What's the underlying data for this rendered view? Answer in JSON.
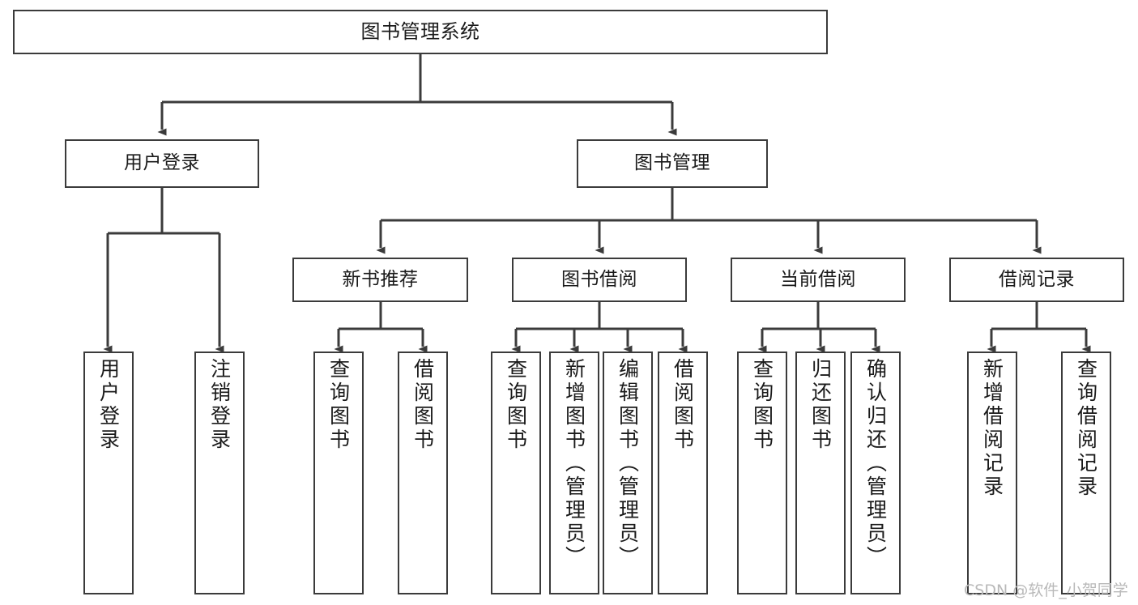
{
  "diagram": {
    "title": "图书管理系统",
    "type": "functional-structure-tree",
    "watermark": "CSDN @软件_小贺同学",
    "colors": {
      "box_border": "#3b3b3b",
      "box_fill": "#ffffff",
      "edge": "#3b3b3b",
      "text": "#1a1a1a",
      "watermark": "#b9b9b9"
    },
    "root": {
      "id": "root",
      "label": "图书管理系统"
    },
    "level2": [
      {
        "id": "user-login",
        "label": "用户登录"
      },
      {
        "id": "book-manage",
        "label": "图书管理"
      }
    ],
    "level3": [
      {
        "id": "new-book-recommend",
        "label": "新书推荐"
      },
      {
        "id": "book-borrow",
        "label": "图书借阅"
      },
      {
        "id": "current-borrow",
        "label": "当前借阅"
      },
      {
        "id": "borrow-record",
        "label": "借阅记录"
      }
    ],
    "leaves": {
      "user-login": [
        {
          "id": "leaf-user-login",
          "label": "用户登录"
        },
        {
          "id": "leaf-logout",
          "label": "注销登录"
        }
      ],
      "new-book-recommend": [
        {
          "id": "leaf-query-book-1",
          "label": "查询图书"
        },
        {
          "id": "leaf-borrow-book-1",
          "label": "借阅图书"
        }
      ],
      "book-borrow": [
        {
          "id": "leaf-query-book-2",
          "label": "查询图书"
        },
        {
          "id": "leaf-add-book",
          "label": "新增图书（管理员）"
        },
        {
          "id": "leaf-edit-book",
          "label": "编辑图书（管理员）"
        },
        {
          "id": "leaf-borrow-book-2",
          "label": "借阅图书"
        }
      ],
      "current-borrow": [
        {
          "id": "leaf-query-book-3",
          "label": "查询图书"
        },
        {
          "id": "leaf-return-book",
          "label": "归还图书"
        },
        {
          "id": "leaf-confirm-return",
          "label": "确认归还（管理员）"
        }
      ],
      "borrow-record": [
        {
          "id": "leaf-add-record",
          "label": "新增借阅记录"
        },
        {
          "id": "leaf-query-record",
          "label": "查询借阅记录"
        }
      ]
    }
  }
}
